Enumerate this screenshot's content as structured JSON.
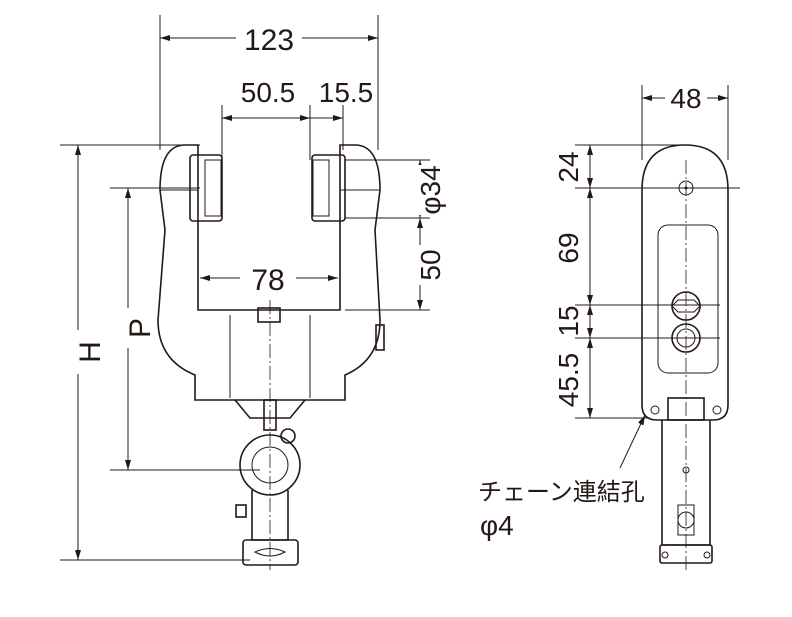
{
  "title": "Trolley hanger dimension drawing",
  "front_view": {
    "width_total": "123",
    "wheel_offset": "50.5",
    "wheel_width": "15.5",
    "inner_width": "78",
    "wheel_diameter": "φ34",
    "wheel_to_base": "50",
    "height_label": "H",
    "pitch_label": "P"
  },
  "side_view": {
    "width": "48",
    "top_to_hole": "24",
    "hole_to_bolt": "69",
    "bolt_spacing": "15",
    "bolt_to_bottom": "45.5",
    "chain_hole_label": "チェーン連結孔",
    "chain_hole_diameter": "φ4"
  },
  "colors": {
    "line": "#231815"
  }
}
